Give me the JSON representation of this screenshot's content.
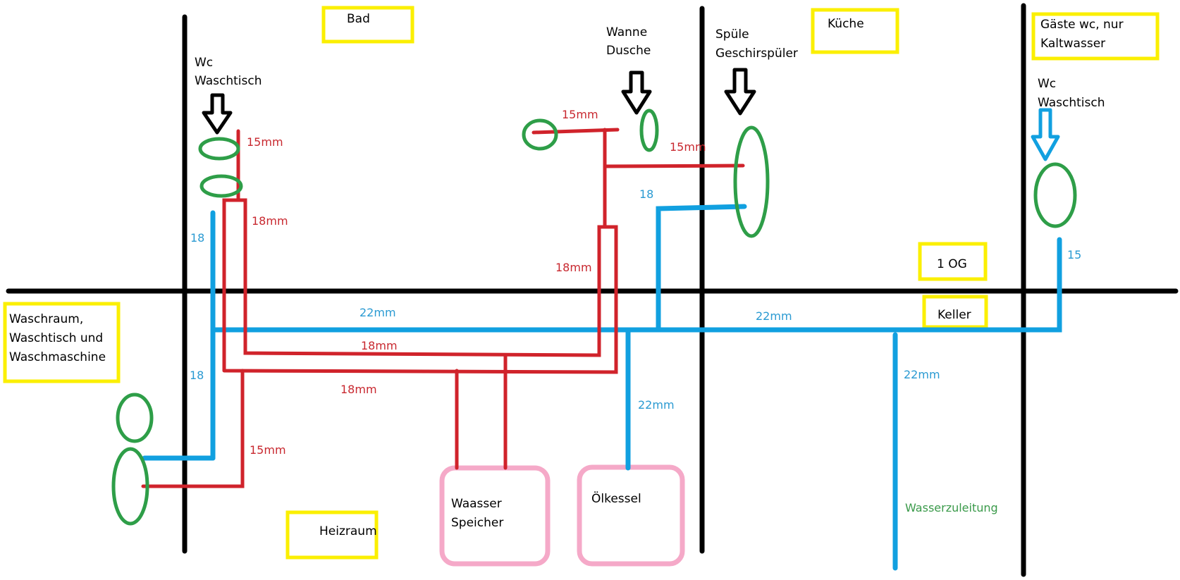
{
  "title": "Wasserleitungsplan",
  "colors": {
    "wall": "#000000",
    "hot_water": "#d0232b",
    "cold_water": "#11a0e0",
    "fixture": "#2e9e48",
    "room_label_box": "#fbef00",
    "tank": "#f5a9c8",
    "annotation_red": "#c8282f",
    "annotation_blue": "#2a9ad2",
    "annotation_green": "#3a9a4a"
  },
  "room_labels": {
    "bad": "Bad",
    "kueche": "Küche",
    "gaeste_wc_line1": "Gäste wc, nur",
    "gaeste_wc_line2": "Kaltwasser",
    "og": "1 OG",
    "keller": "Keller",
    "waschraum_line1": "Waschraum,",
    "waschraum_line2": "Waschtisch und",
    "waschraum_line3": "Waschmaschine",
    "heizraum": "Heizraum"
  },
  "fixture_labels": {
    "bad_wc": "Wc",
    "bad_waschtisch": "Waschtisch",
    "wanne": "Wanne",
    "dusche": "Dusche",
    "spuele": "Spüle",
    "geschirrspueler": "Geschirspüler",
    "gaeste_wc": "Wc",
    "gaeste_waschtisch": "Waschtisch"
  },
  "equipment": {
    "speicher_line1": "Waasser",
    "speicher_line2": "Speicher",
    "oelkessel": "Ölkessel"
  },
  "pipe_labels": {
    "bad_hot_15": "15mm",
    "bad_hot_18": "18mm",
    "bad_cold_18": "18",
    "wanne_hot_15": "15mm",
    "kueche_hot_15": "15mm",
    "kueche_cold_18": "18",
    "riser_hot_18": "18mm",
    "gaeste_cold_15": "15",
    "main_cold_22_left": "22mm",
    "main_cold_22_right": "22mm",
    "hot_18_upper": "18mm",
    "hot_18_lower": "18mm",
    "waschraum_cold_18": "18",
    "waschraum_hot_15": "15mm",
    "kessel_cold_22": "22mm",
    "zuleitung_22": "22mm",
    "wasserzuleitung": "Wasserzuleitung"
  }
}
